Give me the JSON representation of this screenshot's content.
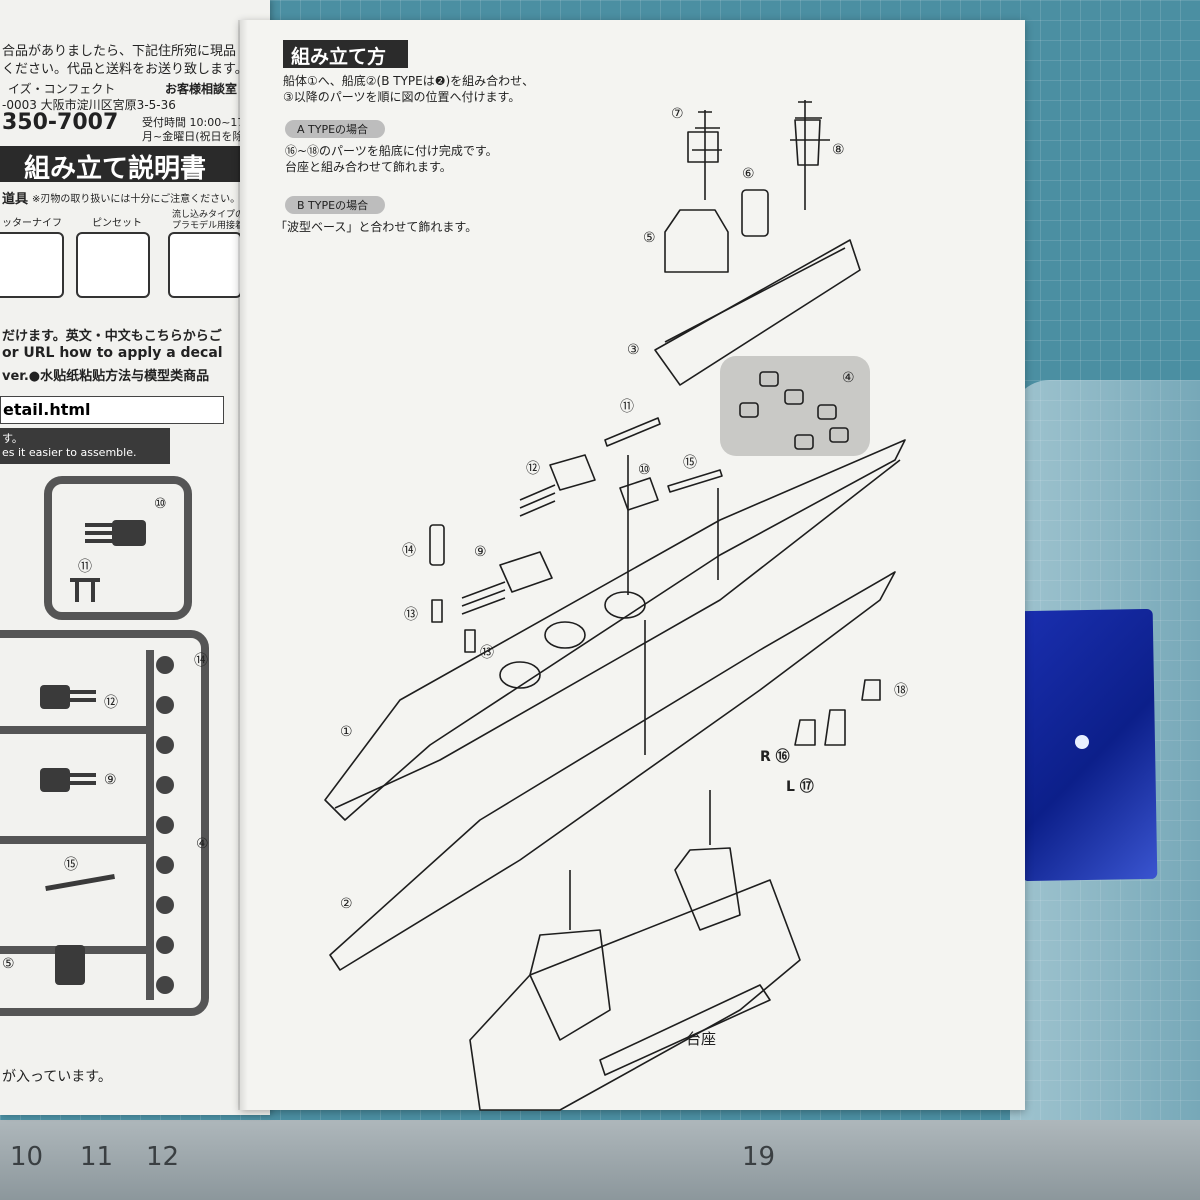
{
  "left_page": {
    "lines_top": [
      "合品がありましたら、下記住所宛に現品",
      "ください。代品と送料をお送り致します。"
    ],
    "company": "イズ・コンフェクト",
    "support_title": "お客様相談室",
    "address": "-0003 大阪市淀川区宮原3-5-36",
    "phone": "350-7007",
    "hours_line1": "受付時間 10:00~17:00",
    "hours_line2": "月~金曜日(祝日を除く)",
    "banner": "組み立て説明書",
    "tools_header": "道具",
    "tools_note": "※刃物の取り扱いには十分にご注意ください。",
    "tool_labels": [
      "ッターナイフ",
      "ピンセット",
      "流し込みタイプの\nプラモデル用接着剤"
    ],
    "decal_lines": [
      "だけます。英文・中文もこちらからご",
      "or URL how to apply a decal",
      "ver.●水贴纸粘贴方法与模型类商品"
    ],
    "url_text": "etail.html",
    "dark_bar_lines": [
      "す。",
      "es it easier to assemble."
    ],
    "footer": "が入っています。",
    "runner_numbers": [
      "⑩",
      "⑪",
      "⑫",
      "⑨",
      "⑭",
      "④",
      "⑮",
      "⑤"
    ]
  },
  "right_page": {
    "heading": "組み立て方",
    "intro_lines": [
      "船体①へ、船底②(B TYPEは❷)を組み合わせ、",
      "③以降のパーツを順に図の位置へ付けます。"
    ],
    "type_a_label": "A TYPEの場合",
    "type_a_lines": [
      "⑯~⑱のパーツを船底に付け完成です。",
      "台座と組み合わせて飾れます。"
    ],
    "type_b_label": "B TYPEの場合",
    "type_b_line": "「波型ベース」と合わせて飾れます。",
    "part_labels": [
      "⑦",
      "⑧",
      "⑥",
      "⑤",
      "③",
      "④",
      "⑪",
      "⑩",
      "⑫",
      "⑮",
      "⑭",
      "⑨",
      "⑬",
      "⑬",
      "①",
      "②",
      "⑱",
      "R ⑯",
      "L ⑰"
    ],
    "stand_label": "台座"
  },
  "ruler": {
    "numbers": [
      "10",
      "11",
      "12",
      "19"
    ]
  }
}
